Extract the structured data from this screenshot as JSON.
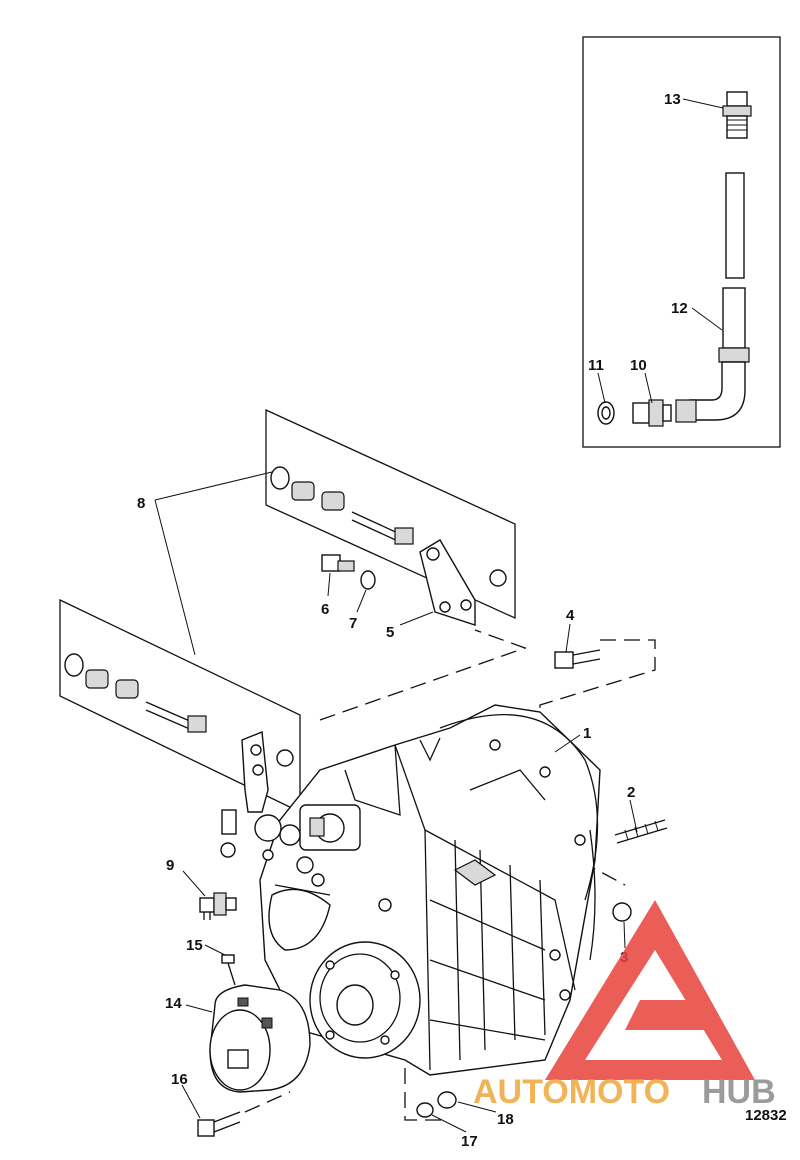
{
  "figure_number": "12832",
  "watermark": {
    "text_part1": "AUTOMOTO",
    "text_part2": "HUB",
    "color_red": "#e8423c",
    "color_orange": "#f0a63a",
    "color_gray": "#8a8a8a"
  },
  "callouts": {
    "c1": "1",
    "c2": "2",
    "c3": "3",
    "c4": "4",
    "c5": "5",
    "c6": "6",
    "c7": "7",
    "c8": "8",
    "c9": "9",
    "c10": "10",
    "c11": "11",
    "c12": "12",
    "c13": "13",
    "c14": "14",
    "c15": "15",
    "c16": "16",
    "c17": "17",
    "c18": "18"
  }
}
